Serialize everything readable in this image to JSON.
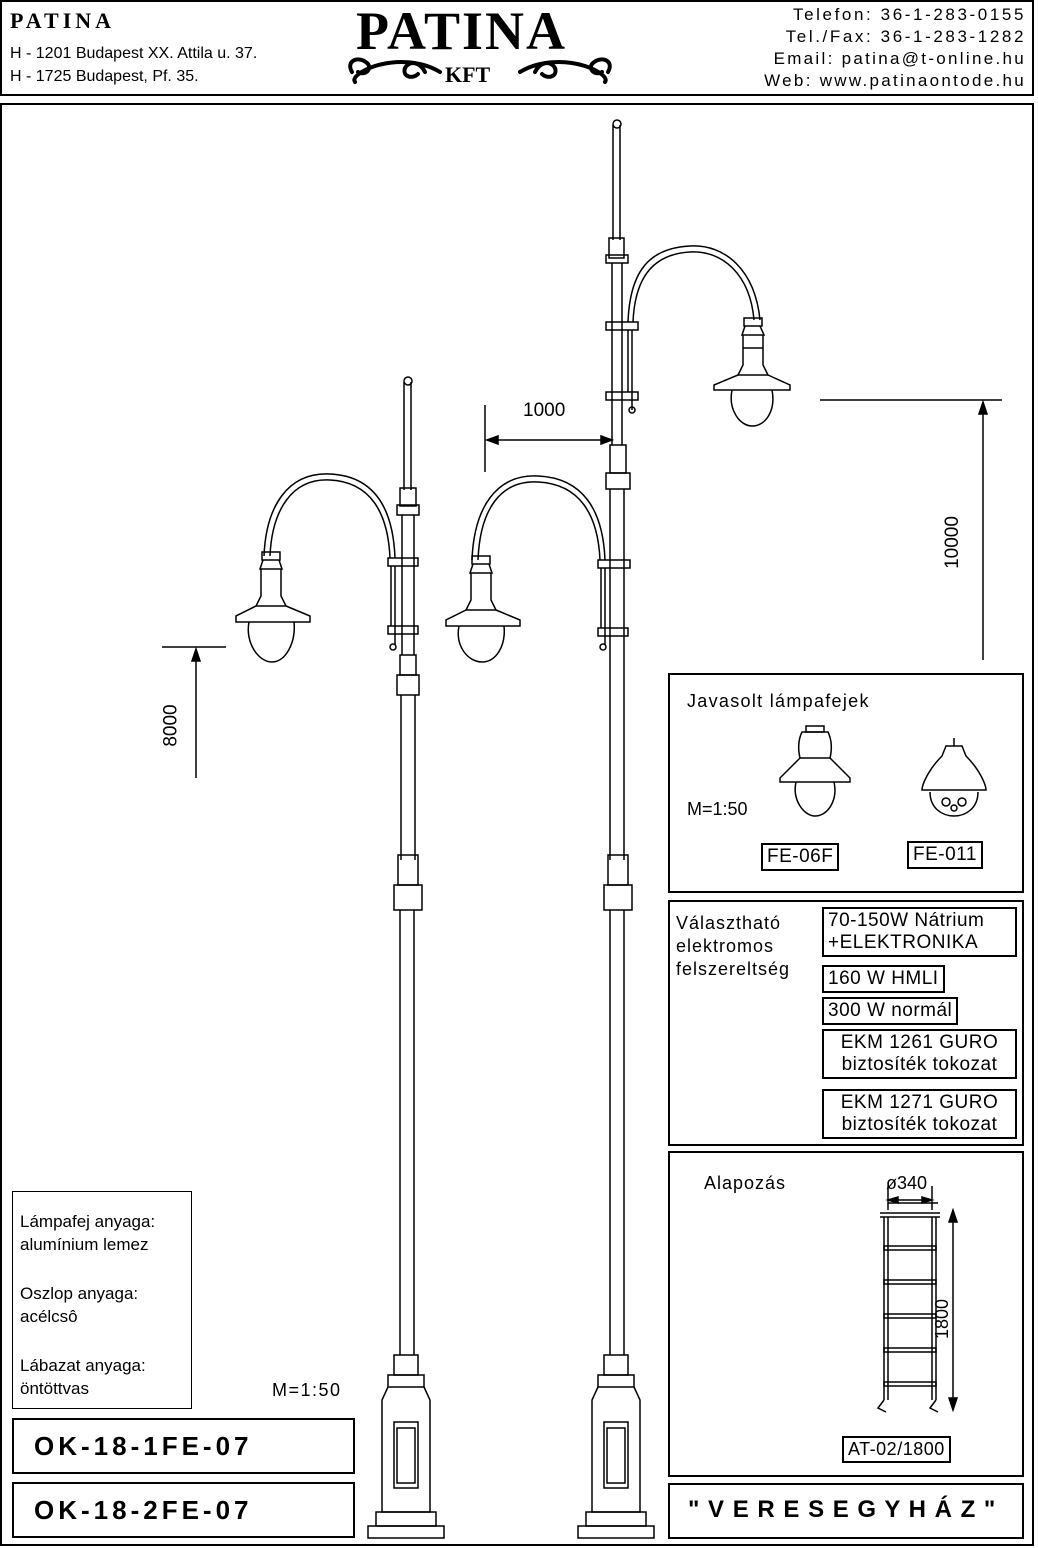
{
  "header": {
    "company_small": "PATINA",
    "address_1": "H - 1201 Budapest XX. Attila u. 37.",
    "address_2": "H - 1725 Budapest, Pf. 35.",
    "logo_main": "PATINA",
    "logo_sub": "KFT",
    "phone": "Telefon: 36-1-283-0155",
    "fax": "Tel./Fax: 36-1-283-1282",
    "email": "Email: patina@t-online.hu",
    "web": "Web: www.patinaontode.hu"
  },
  "dimensions": {
    "arm_reach": "1000",
    "height_tall": "10000",
    "height_short": "8000"
  },
  "lamp_heads": {
    "title": "Javasolt lámpafejek",
    "scale": "M=1:50",
    "head_1": "FE-06F",
    "head_2": "FE-011"
  },
  "electrical": {
    "title_1": "Választható",
    "title_2": "elektromos",
    "title_3": "felszereltség",
    "opt_1a": "70-150W Nátrium",
    "opt_1b": "+ELEKTRONIKA",
    "opt_2": "160 W HMLI",
    "opt_3": "300 W normál",
    "opt_4a": "EKM 1261 GURO",
    "opt_4b": "biztosíték tokozat",
    "opt_5a": "EKM 1271 GURO",
    "opt_5b": "biztosíték tokozat"
  },
  "foundation": {
    "title": "Alapozás",
    "diameter": "ø340",
    "depth": "1800",
    "code": "AT-02/1800"
  },
  "materials": {
    "head_label": "Lámpafej anyaga:",
    "head_value": "alumínium lemez",
    "pole_label": "Oszlop anyaga:",
    "pole_value": "acélcsô",
    "base_label": "Lábazat anyaga:",
    "base_value": "öntöttvas"
  },
  "scale_main": "M=1:50",
  "codes": {
    "code_1": "OK-18-1FE-07",
    "code_2": "OK-18-2FE-07"
  },
  "project": "\" V E R E S E G Y H Á Z \""
}
